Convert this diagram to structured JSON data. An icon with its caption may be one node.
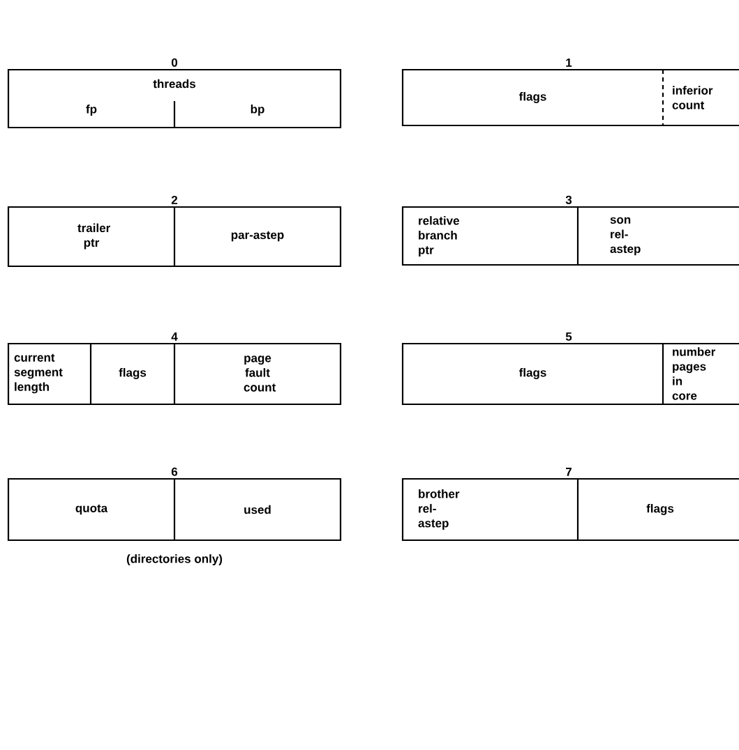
{
  "diagram": {
    "nodes": [
      {
        "text": [
          "0",
          "threads"
        ]
      },
      {
        "text": [
          "fp"
        ],
        "in": 0
      },
      {
        "text": [
          "bp"
        ],
        "in": 0
      },
      {
        "text": [
          "1"
        ]
      },
      {
        "text": [
          "flags"
        ],
        "in": 3
      },
      {
        "text": [
          "inferior count"
        ],
        "in": 3
      },
      {
        "text": [
          "2"
        ]
      },
      {
        "text": [
          "trailer ptr"
        ],
        "in": 6
      },
      {
        "text": [
          "par-astep"
        ],
        "in": 6
      },
      {
        "text": [
          "3"
        ]
      },
      {
        "text": [
          "relative branch ptr"
        ],
        "in": 9
      },
      {
        "text": [
          "son rel-astep"
        ],
        "in": 9
      },
      {
        "text": [
          "4"
        ]
      },
      {
        "text": [
          "current segment length"
        ],
        "in": 12
      },
      {
        "text": [
          "flags"
        ],
        "in": 12
      },
      {
        "text": [
          "page fault count"
        ],
        "in": 12
      },
      {
        "text": [
          "5"
        ]
      },
      {
        "text": [
          "flags"
        ],
        "in": 16
      },
      {
        "text": [
          "number pages in core"
        ],
        "in": 16
      },
      {
        "text": [
          "6"
        ],
        "beside": [
          "(directories only)"
        ]
      },
      {
        "text": [
          "quota"
        ],
        "in": 19
      },
      {
        "text": [
          "used"
        ],
        "in": 19
      },
      {
        "text": [
          "7"
        ]
      },
      {
        "text": [
          "brother rel-astep"
        ],
        "in": 22
      },
      {
        "text": [
          "flags"
        ],
        "in": 22
      }
    ]
  }
}
